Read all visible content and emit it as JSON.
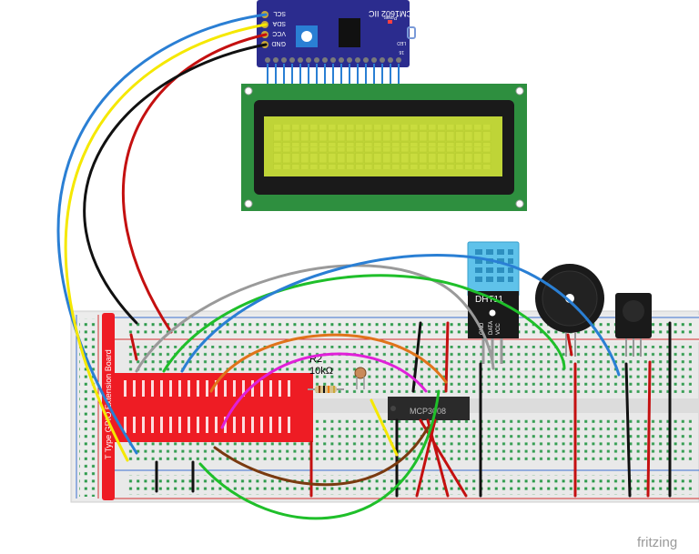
{
  "lcm_module": {
    "title": "LCM1602 IIC",
    "pins": [
      "SCL",
      "SDA",
      "VCC",
      "GND"
    ],
    "power_label": "Power",
    "led_label": "LED",
    "pin_16_label": "16"
  },
  "gpio_board": {
    "title": "T Type GPIO Extension Board"
  },
  "resistor": {
    "name": "R2",
    "value": "10kΩ"
  },
  "ic_chip": {
    "label": "MCP3008"
  },
  "dht_sensor": {
    "label": "DHT11",
    "pins": [
      "VCC",
      "DATA",
      "GND"
    ]
  },
  "watermark": {
    "text": "fritzing"
  },
  "wire_colors": {
    "blue": "#2a7fd4",
    "yellow": "#f5e800",
    "red": "#c41010",
    "black": "#111111",
    "gray": "#9a9a9a",
    "green": "#1fbf2a",
    "orange": "#e0731a",
    "magenta": "#e020d8",
    "brown": "#7a3a10"
  }
}
